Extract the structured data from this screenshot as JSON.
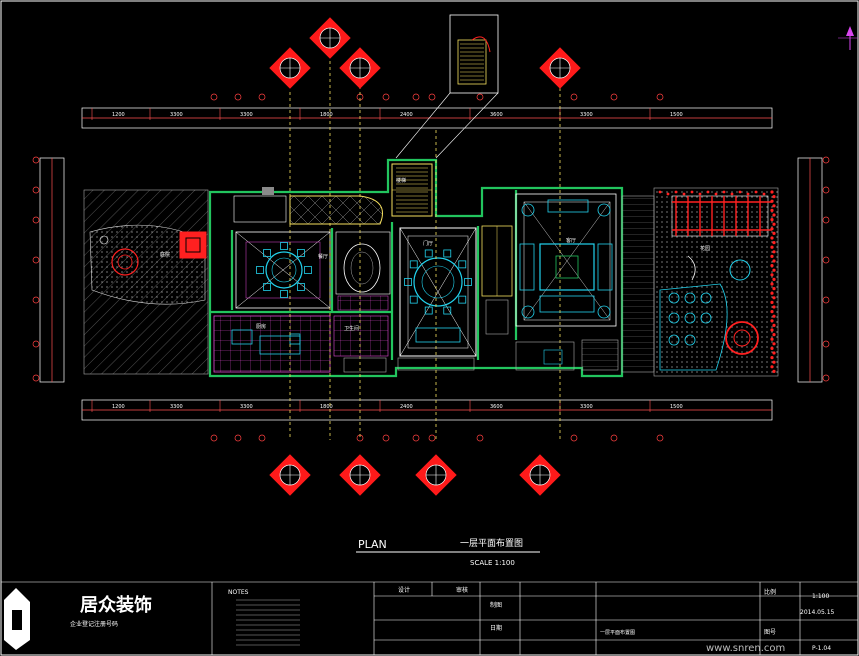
{
  "title_block": {
    "plan_label": "PLAN",
    "drawing_title": "一层平面布置图",
    "scale": "SCALE 1:100",
    "brand_name": "居众装饰",
    "notes_label": "NOTES",
    "company_line": "企业登记注册号码",
    "design_label": "设计",
    "check_label": "审核",
    "drawn_label": "制图",
    "date_label": "日期",
    "scale_label": "比例",
    "scale_value": "1:100",
    "date_value": "2014.05.15",
    "sheet_label": "图号",
    "sheet_value": "P-1.04",
    "sheet_name": "一层平面布置图",
    "watermark": "www.snren.com"
  },
  "room_labels": {
    "stair": "楼梯",
    "dining": "餐厅",
    "living": "客厅",
    "kitchen": "厨房",
    "courtyard": "庭院",
    "entry": "门厅",
    "wc": "卫生间",
    "garden": "花园"
  },
  "dim_top": [
    "1200",
    "3300",
    "3300",
    "1800",
    "2400",
    "3600",
    "3300",
    "1500"
  ],
  "dim_bottom": [
    "1200",
    "3300",
    "3300",
    "1800",
    "2400",
    "3600",
    "3300",
    "1500"
  ],
  "colors": {
    "wall": "#22c55e",
    "accent_red": "#ff2020",
    "furniture": "#22d3ee",
    "wood": "#f6e05e",
    "frame": "#ffffff",
    "magenta": "#d946ef"
  }
}
